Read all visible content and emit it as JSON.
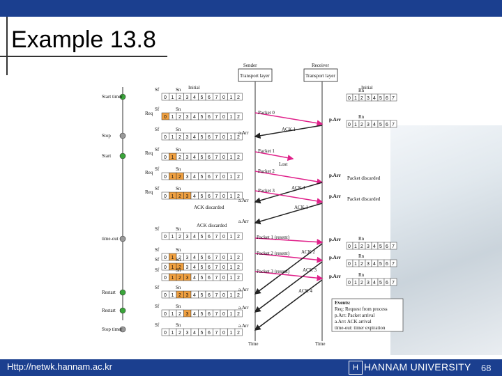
{
  "slide": {
    "title": "Example 13.8",
    "footer_url": "Http://netwk.hannam.ac.kr",
    "university": "HANNAM UNIVERSITY",
    "page_number": "68"
  },
  "diagram": {
    "sender": "Sender",
    "receiver": "Receiver",
    "transport_layer": "Transport layer",
    "initial": "Initial",
    "sf": "Sf",
    "sn": "Sn",
    "rn": "Rn",
    "req": "Req",
    "time": "Time",
    "seq": [
      "0",
      "1",
      "2",
      "3",
      "4",
      "5",
      "6",
      "7",
      "0",
      "1",
      "2"
    ],
    "rseq": [
      "0",
      "1",
      "2",
      "3",
      "4",
      "5",
      "6",
      "7"
    ],
    "events": {
      "start_timer": "Start timer",
      "stop": "Stop",
      "start": "Start",
      "time_out": "time-out",
      "restart": "Restart",
      "stop_timer": "Stop timer"
    },
    "messages": {
      "packet0": "Packet 0",
      "ack1": "ACK 1",
      "packet1": "Packet 1",
      "lost": "Lost",
      "packet2": "Packet 2",
      "packet3": "Packet 3",
      "packet1_resent": "Packet 1 (resent)",
      "packet2_resent": "Packet 2 (resent)",
      "packet3_resent": "Packet 3 (resent)",
      "ack2": "ACK 2",
      "ack3": "ACK 3",
      "ack4": "ACK 4",
      "ack_discarded": "ACK discarded",
      "packet_discarded": "Packet discarded",
      "aarr": "a.Arr",
      "parr": "p.Arr"
    },
    "legend": {
      "title": "Events:",
      "req": "Req: Request from process",
      "parr": "p.Arr: Packet arrival",
      "aarr": "a.Arr: ACK arrival",
      "timeout": "time-out: timer expiration"
    }
  },
  "colors": {
    "bar": "#1b3f8f",
    "arrow": "#e0218a",
    "highlight": "#f0a040",
    "timer": "#3aa53a"
  }
}
